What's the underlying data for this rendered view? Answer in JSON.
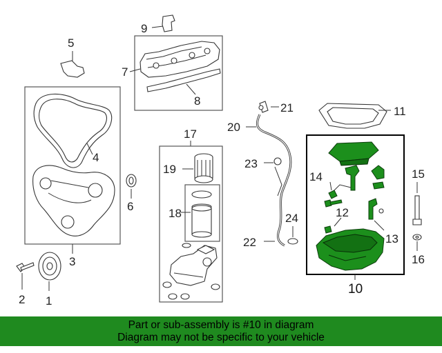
{
  "callouts": {
    "c1": "1",
    "c2": "2",
    "c3": "3",
    "c4": "4",
    "c5": "5",
    "c6": "6",
    "c7": "7",
    "c8": "8",
    "c9": "9",
    "c10": "10",
    "c11": "11",
    "c12": "12",
    "c13": "13",
    "c14": "14",
    "c15": "15",
    "c16": "16",
    "c17": "17",
    "c18": "18",
    "c19": "19",
    "c20": "20",
    "c21": "21",
    "c22": "22",
    "c23": "23",
    "c24": "24"
  },
  "highlight": {
    "color": "#1f8a1f",
    "part_color": "#1c8f1c"
  },
  "banner": {
    "line1": "Part or sub-assembly is #10 in diagram",
    "line2": "Diagram may not be specific to your vehicle"
  }
}
